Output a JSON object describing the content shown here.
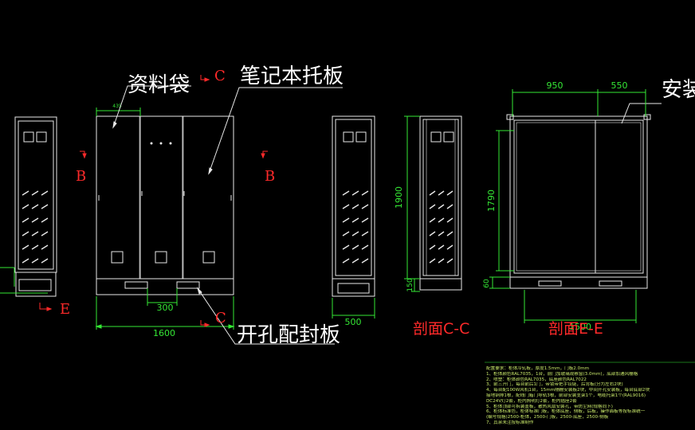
{
  "callouts": {
    "bag": "资料袋",
    "laptop_tray": "笔记本托板",
    "cable_plate": "开孔配封板",
    "install": "安装"
  },
  "section_marks": {
    "c_top": "C",
    "c_bottom": "C",
    "b_left": "B",
    "b_right": "B",
    "e_left": "E"
  },
  "section_names": {
    "cc": "剖面C-C",
    "ee": "剖面E-E"
  },
  "dimensions": {
    "front_width": "1600",
    "front_sub_width": "435",
    "front_plate_width": "300",
    "side_depth": "500",
    "section_height": "1900",
    "section_base": "150",
    "e_width_left": "950",
    "e_width_right": "550",
    "e_height": "1790",
    "e_base": "60",
    "e_bottom_width": "1500"
  },
  "notes": [
    "配置要求：柜体冷轧板，厚度1.5mm，门板2.0mm",
    "1、柜体颜色RAL7035，1台，前门加玻璃观察窗(3.0mm)，底部加通风栅格",
    "2、喷塑：柜体颜色RAL7035，底座颜色RAL7022",
    "3、前三开门，每台前后1门，带锁带把手铰链，后背板(分为左右2块)",
    "4、每台配100W风机1台，15mm隔栅安装板2块，中间开孔安装板，每台底部2块",
    "   接地铜排1根，配线门箱门导轨3根，前部安装支架1个，电缆托架1个(RAL9016)",
    "   DC24V灯2套，柜内照明灯2套，柜内插座2套",
    "5、柜体顶部可拆装盖板，散热风扇安装孔，带防尘网(规格同下)",
    "6、柜体标准色，柜体标准门板，柜体底座，侧板，后板，操作面板等按标准统一",
    "   (编号规格)2500-柜体，2500-门板，2500-底座，2500-侧板",
    "7、其余未注按标准制作"
  ]
}
